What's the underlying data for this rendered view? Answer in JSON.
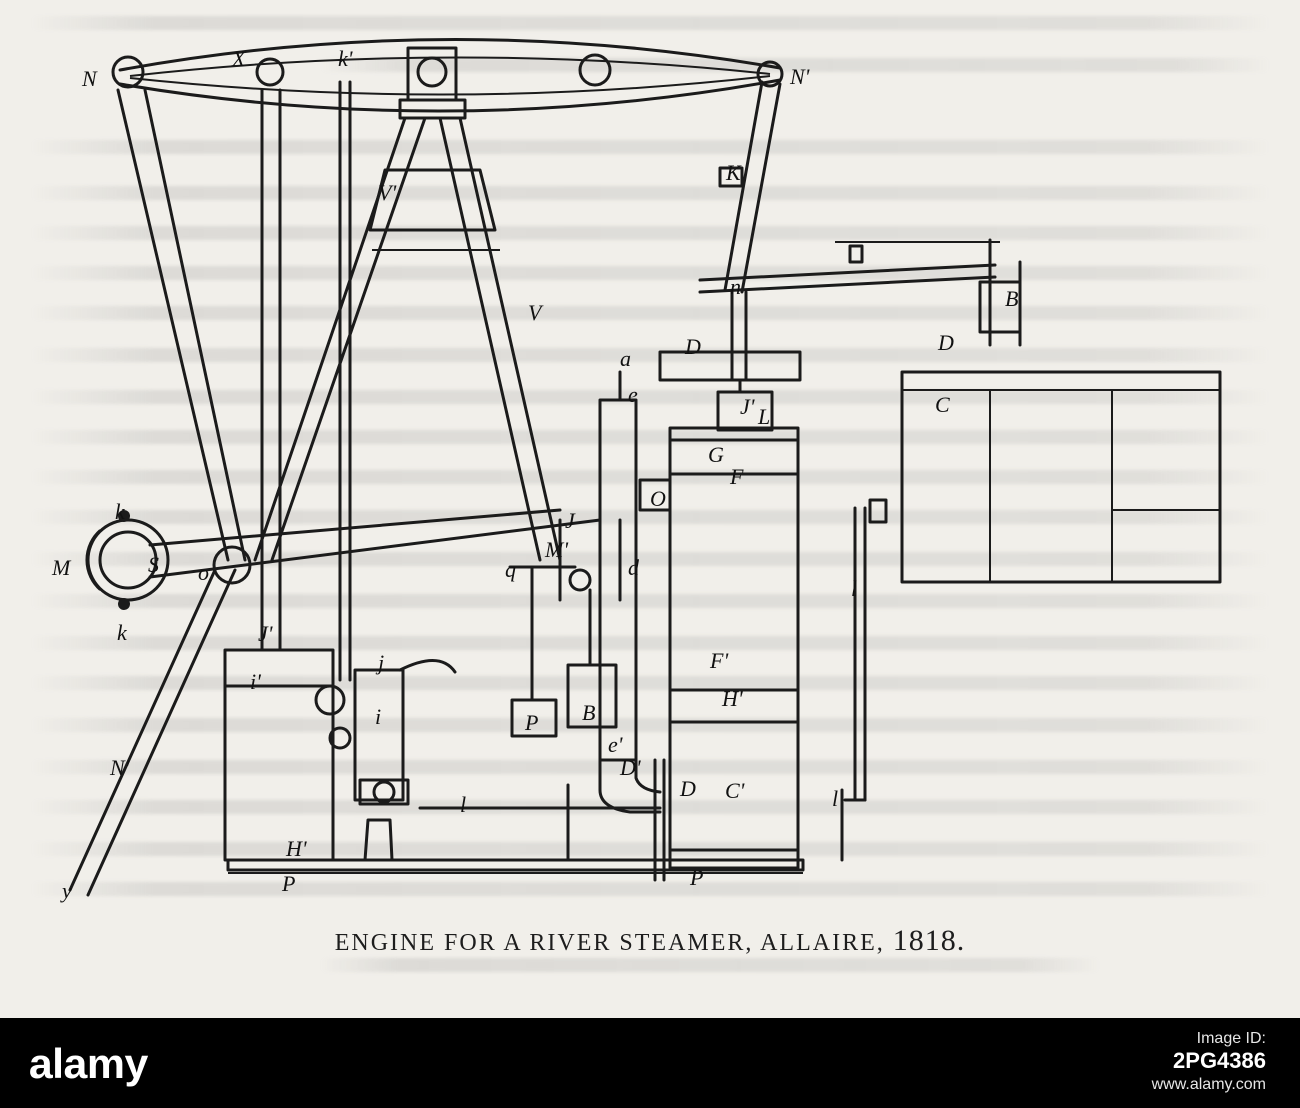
{
  "figure": {
    "caption_text": "ENGINE FOR A RIVER STEAMER, ALLAIRE, ",
    "caption_year": "1818.",
    "labels": [
      {
        "text": "N"
      },
      {
        "text": "X"
      },
      {
        "text": "k'"
      },
      {
        "text": "N'"
      },
      {
        "text": "V'"
      },
      {
        "text": "V"
      },
      {
        "text": "K"
      },
      {
        "text": "n"
      },
      {
        "text": "B"
      },
      {
        "text": "D"
      },
      {
        "text": "D"
      },
      {
        "text": "C"
      },
      {
        "text": "a"
      },
      {
        "text": "e"
      },
      {
        "text": "J'"
      },
      {
        "text": "L"
      },
      {
        "text": "G"
      },
      {
        "text": "F"
      },
      {
        "text": "O"
      },
      {
        "text": "J"
      },
      {
        "text": "M'"
      },
      {
        "text": "q"
      },
      {
        "text": "d"
      },
      {
        "text": "k"
      },
      {
        "text": "M"
      },
      {
        "text": "S"
      },
      {
        "text": "o"
      },
      {
        "text": "k"
      },
      {
        "text": "J'"
      },
      {
        "text": "i'"
      },
      {
        "text": "j"
      },
      {
        "text": "i"
      },
      {
        "text": "B"
      },
      {
        "text": "P"
      },
      {
        "text": "e'"
      },
      {
        "text": "F'"
      },
      {
        "text": "H'"
      },
      {
        "text": "D'"
      },
      {
        "text": "D"
      },
      {
        "text": "C'"
      },
      {
        "text": "l"
      },
      {
        "text": "l"
      },
      {
        "text": "l"
      },
      {
        "text": "N'"
      },
      {
        "text": "H'"
      },
      {
        "text": "P"
      },
      {
        "text": "P"
      },
      {
        "text": "y"
      }
    ]
  },
  "watermark": {
    "brand": "alamy",
    "image_id_label": "Image ID:",
    "image_id": "2PG4386",
    "site": "www.alamy.com"
  }
}
